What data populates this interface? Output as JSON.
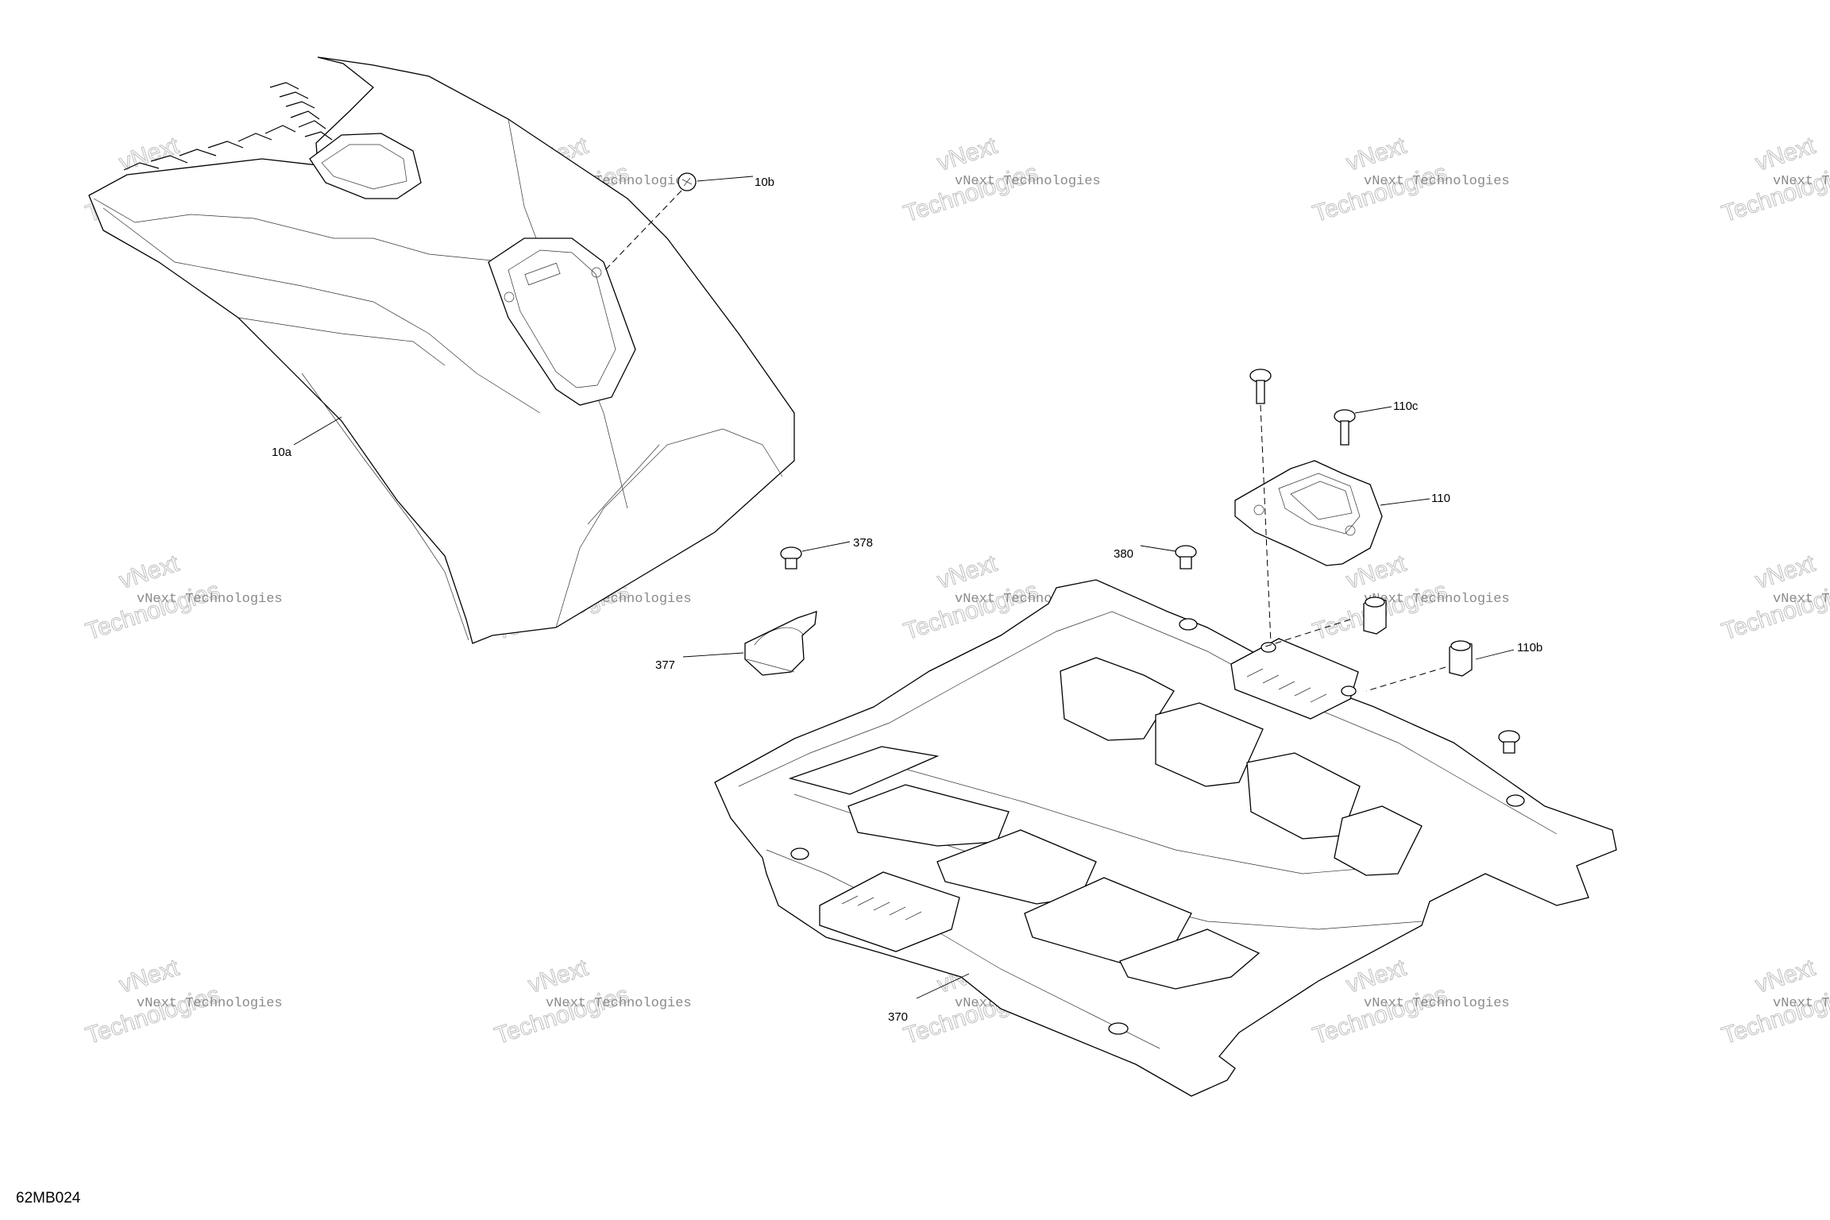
{
  "figure_id": "62MB024",
  "watermark": {
    "line1": "vNext Technologies",
    "line2": "Technologies",
    "prefix": "vNext"
  },
  "callouts": {
    "c10a": "10a",
    "c10b": "10b",
    "c110": "110",
    "c110b": "110b",
    "c110c": "110c",
    "c370": "370",
    "c377": "377",
    "c378": "378",
    "c380": "380"
  },
  "icons": [
    "screw-icon",
    "clip-icon",
    "nut-icon"
  ]
}
